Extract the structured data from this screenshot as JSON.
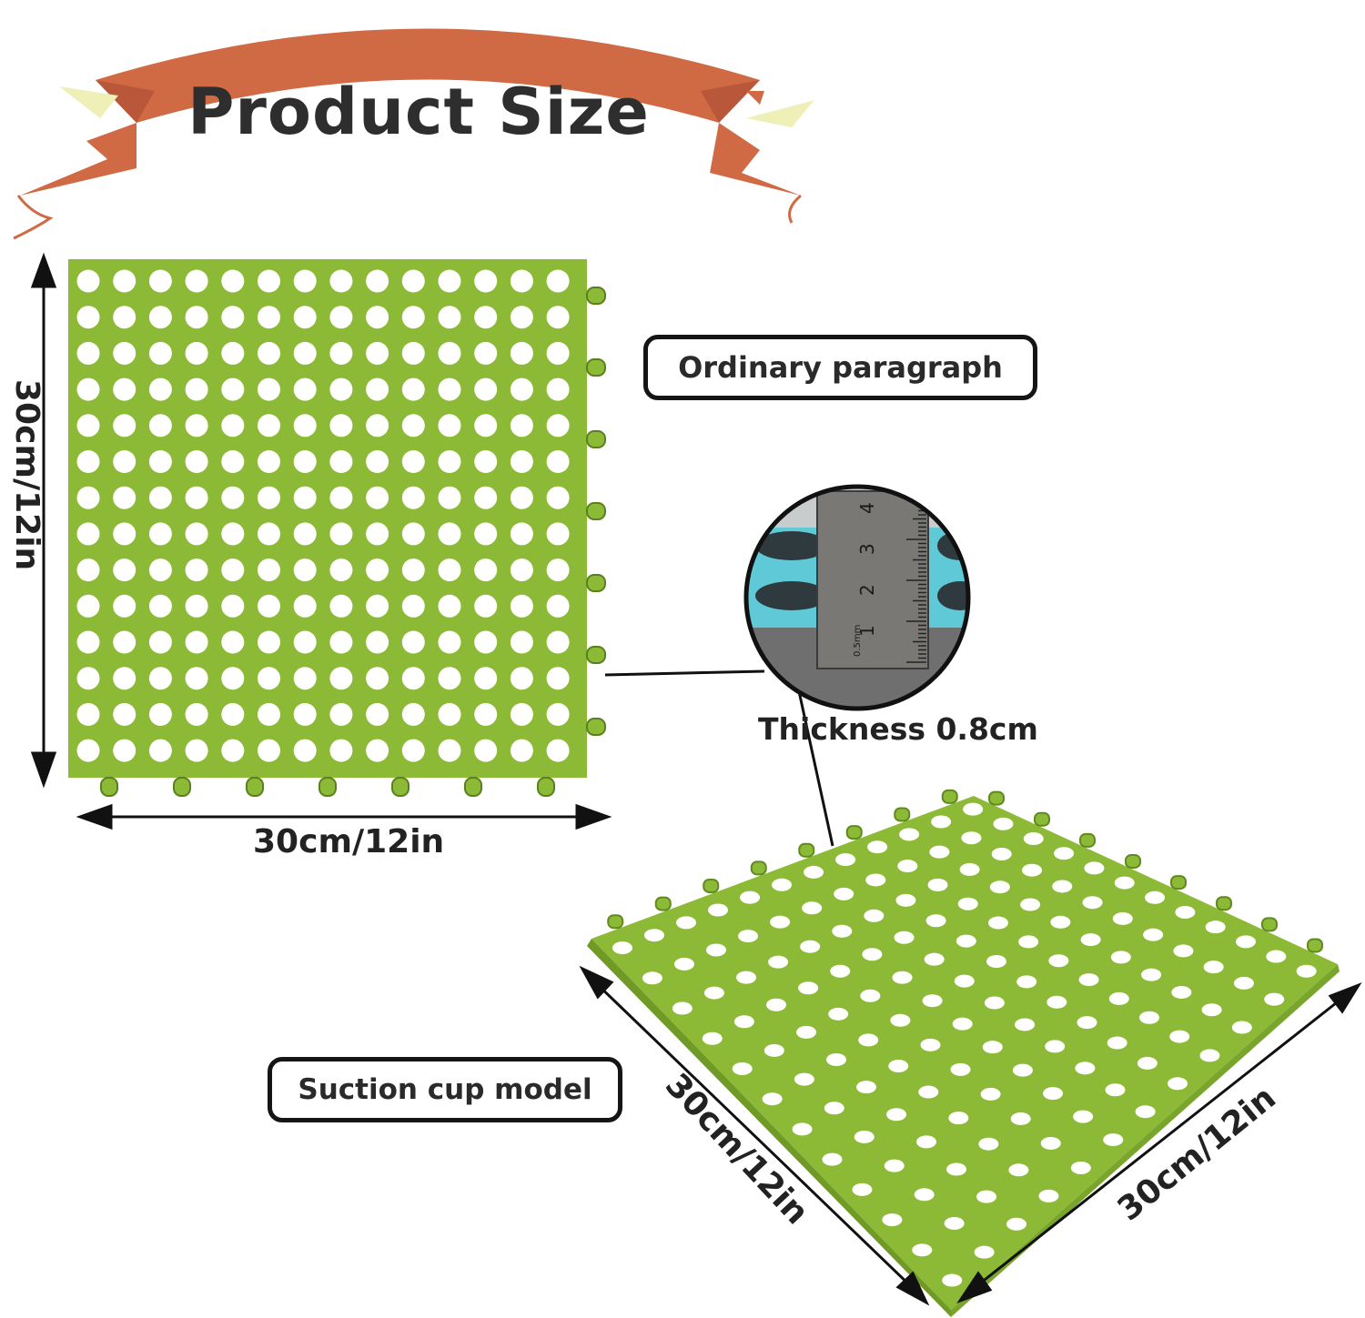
{
  "title": "Product Size",
  "labels": {
    "ordinary": "Ordinary paragraph",
    "suction": "Suction cup model",
    "thickness": "Thickness 0.8cm"
  },
  "dimensions": {
    "left_vertical": "30cm/12in",
    "flat_bottom": "30cm/12in",
    "iso_left": "30cm/12in",
    "iso_right": "30cm/12in"
  },
  "ruler_ticks": [
    "1",
    "2",
    "3",
    "4"
  ],
  "ruler_unit": "0.5mm",
  "colors": {
    "mat_green": "#8dba36",
    "mat_hole": "#ffffff",
    "ribbon": "#d06a45",
    "accent_yellow": "#eef0b8",
    "inset_blue": "#5fc9d8",
    "ruler": "#7a7874"
  }
}
